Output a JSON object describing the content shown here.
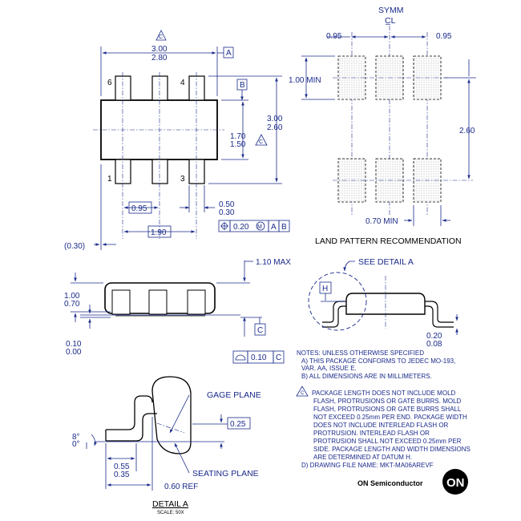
{
  "top_view": {
    "width_max": "3.00",
    "width_min": "2.80",
    "datum_a": "A",
    "datum_b": "B",
    "datum_c_note": "C",
    "length_max": "3.00",
    "length_min": "2.60",
    "pad_span_max": "1.70",
    "pad_span_min": "1.50",
    "pitch": "0.95",
    "pitch_total": "1.90",
    "lead_width_max": "0.50",
    "lead_width_min": "0.30",
    "ref_offset": "(0.30)",
    "pin_labels": [
      "6",
      "4",
      "1",
      "3"
    ],
    "position_tol": "0.20",
    "position_mod": "M",
    "position_datums": [
      "A",
      "B"
    ]
  },
  "land_pattern": {
    "symm_label": "SYMM",
    "centerline_symbol": "C̲L",
    "pitch_left": "0.95",
    "pitch_right": "0.95",
    "pad_min_height": "1.00 MIN",
    "row_spacing": "2.60",
    "pad_min_width": "0.70 MIN",
    "title": "LAND PATTERN RECOMMENDATION"
  },
  "side_view": {
    "height_max": "1.10 MAX",
    "body_height_max": "1.00",
    "body_height_min": "0.70",
    "standoff_max": "0.10",
    "standoff_min": "0.00",
    "datum_c": "C",
    "flatness_tol": "0.10",
    "flatness_datum": "C"
  },
  "end_view": {
    "see_detail": "SEE DETAIL A",
    "datum_h": "H",
    "lead_thick_max": "0.20",
    "lead_thick_min": "0.08"
  },
  "notes": {
    "header": "NOTES: UNLESS OTHERWISE SPECIFIED",
    "items": [
      "A)  THIS PACKAGE CONFORMS TO JEDEC MO-193,",
      "      VAR. AA, ISSUE E.",
      "B)  ALL DIMENSIONS ARE IN MILLIMETERS."
    ],
    "c_note_lines": [
      "PACKAGE LENGTH DOES NOT INCLUDE MOLD",
      "FLASH,  PROTRUSIONS OR GATE BURRS. MOLD",
      "FLASH, PROTRUSIONS OR GATE BURRS SHALL",
      "NOT EXCEED 0.25mm PER END. PACKAGE WIDTH",
      "DOES NOT INCLUDE INTERLEAD FLASH OR",
      "PROTRUSION. INTERLEAD FLASH OR",
      "PROTRUSION SHALL NOT EXCEED 0.25mm PER",
      "SIDE. PACKAGE LENGTH AND WIDTH DIMENSIONS",
      "ARE DETERMINED AT DATUM H."
    ],
    "d_note": "D)  DRAWING FILE NAME: MKT-MA06AREVF"
  },
  "detail_a": {
    "gage_plane": "GAGE PLANE",
    "seating_plane": "SEATING PLANE",
    "gage_dim": "0.25",
    "angle_max": "8°",
    "angle_min": "0°",
    "foot_max": "0.55",
    "foot_min": "0.35",
    "foot_ref": "0.60 REF",
    "title": "DETAIL A",
    "scale": "SCALE: 50X"
  },
  "brand": {
    "company": "ON Semiconductor",
    "logo_text": "ON"
  },
  "colors": {
    "ink": "#1a2a8a",
    "outline": "#000000"
  }
}
